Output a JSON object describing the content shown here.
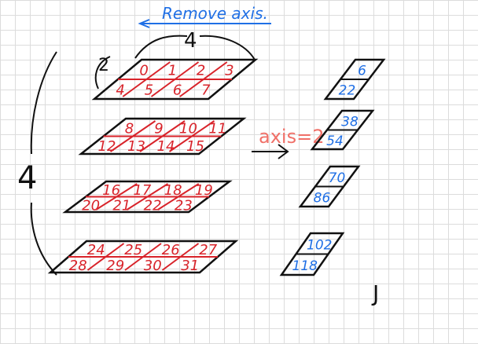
{
  "note": {
    "title": "Remove axis.",
    "axis_label": "axis=2",
    "dim_depth": "4",
    "dim_rows": "2",
    "dim_cols": "4",
    "result_mark": "J"
  },
  "input_slices": [
    {
      "top": [
        "0",
        "1",
        "2",
        "3"
      ],
      "bottom": [
        "4",
        "5",
        "6",
        "7"
      ]
    },
    {
      "top": [
        "8",
        "9",
        "10",
        "11"
      ],
      "bottom": [
        "12",
        "13",
        "14",
        "15"
      ]
    },
    {
      "top": [
        "16",
        "17",
        "18",
        "19"
      ],
      "bottom": [
        "20",
        "21",
        "22",
        "23"
      ]
    },
    {
      "top": [
        "24",
        "25",
        "26",
        "27"
      ],
      "bottom": [
        "28",
        "29",
        "30",
        "31"
      ]
    }
  ],
  "output_slices": [
    {
      "top": "6",
      "bottom": "22"
    },
    {
      "top": "38",
      "bottom": "54"
    },
    {
      "top": "70",
      "bottom": "86"
    },
    {
      "top": "102",
      "bottom": "118"
    }
  ],
  "colors": {
    "blue": "#1f6fe5",
    "red": "#d8232a",
    "salmon": "#f07068",
    "ink": "#111111"
  }
}
